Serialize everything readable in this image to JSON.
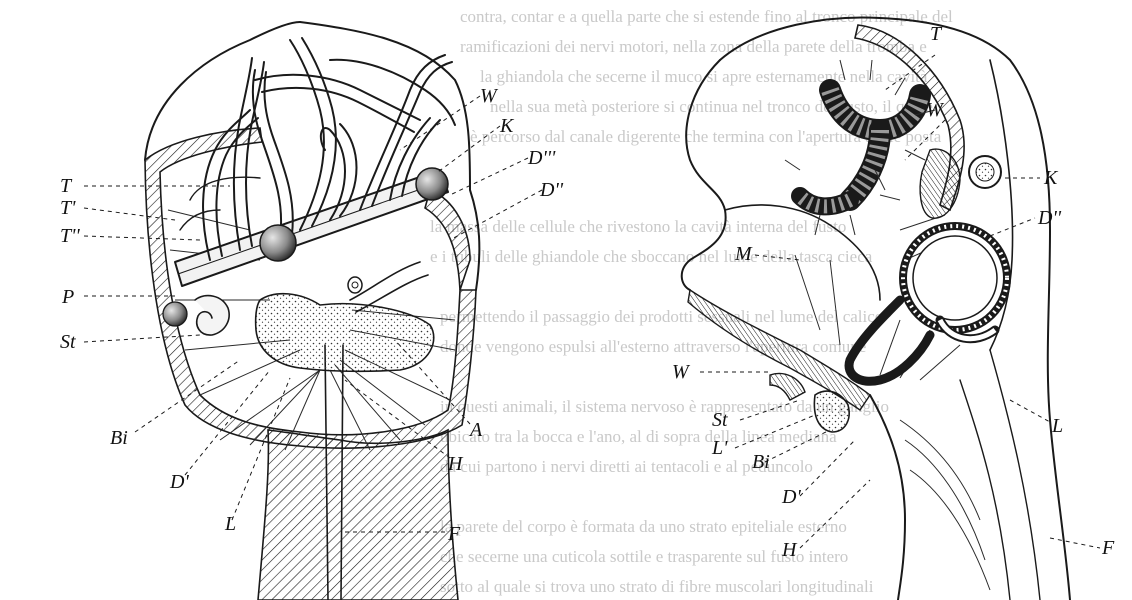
{
  "figure": {
    "left_labels": [
      "T",
      "T'",
      "T''",
      "P",
      "St",
      "Bi",
      "D'",
      "L",
      "W",
      "K",
      "D'''",
      "D''",
      "A",
      "H",
      "F"
    ],
    "right_labels": [
      "T",
      "W",
      "K",
      "D''",
      "M",
      "W",
      "St",
      "L'",
      "Bi",
      "D'",
      "H",
      "L",
      "F"
    ]
  },
  "colors": {
    "ink": "#1a1a1a",
    "paper": "#ffffff",
    "bleed_text": "#c9c9c9"
  }
}
